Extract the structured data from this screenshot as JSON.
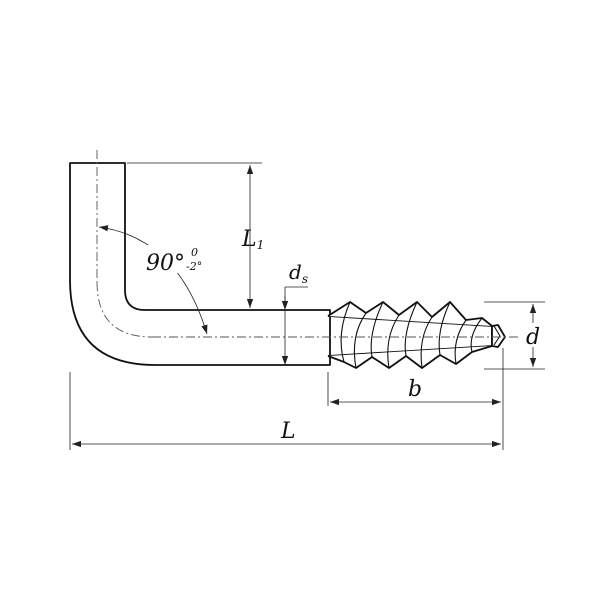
{
  "labels": {
    "L1": {
      "main": "L",
      "sub": "1"
    },
    "angle": {
      "value": "90°",
      "tol_upper": "0",
      "tol_lower": "-2°"
    },
    "ds": {
      "main": "d",
      "sub": "s"
    },
    "d": "d",
    "b": "b",
    "L": "L"
  }
}
